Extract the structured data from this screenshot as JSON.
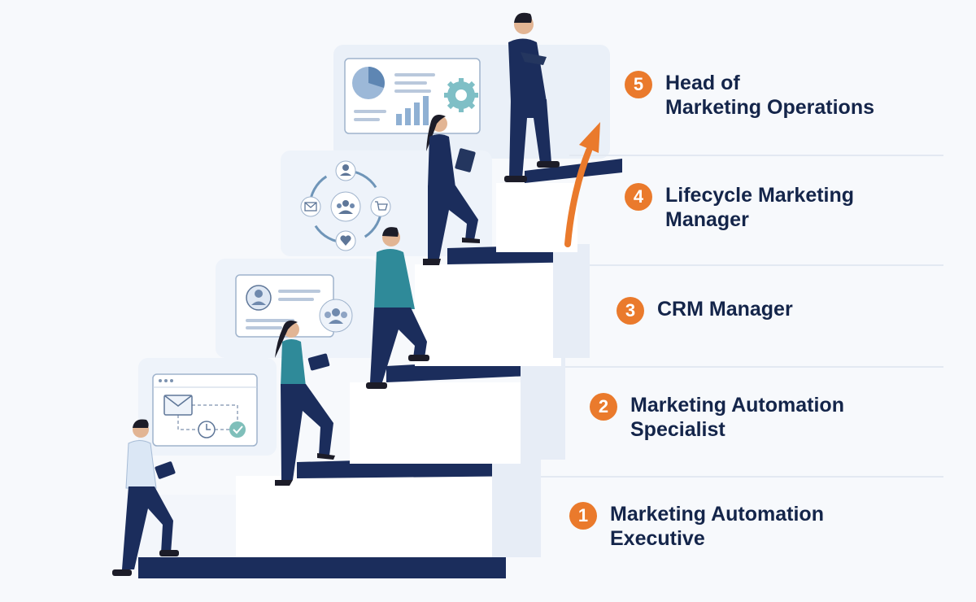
{
  "levels": [
    {
      "number": "1",
      "title": "Marketing Automation\nExecutive"
    },
    {
      "number": "2",
      "title": "Marketing Automation\nSpecialist"
    },
    {
      "number": "3",
      "title": "CRM Manager"
    },
    {
      "number": "4",
      "title": "Lifecycle Marketing\nManager"
    },
    {
      "number": "5",
      "title": "Head of\nMarketing Operations"
    }
  ],
  "colors": {
    "accent": "#ea7a2c",
    "navy": "#1b2d5c",
    "text": "#14254a",
    "teal": "#2f8a99",
    "panel": "#eef3fa"
  },
  "icons": [
    "email-icon",
    "clock-icon",
    "check-icon",
    "user-profile-icon",
    "team-icon",
    "lifecycle-cycle-icon",
    "shopping-cart-icon",
    "heart-icon",
    "pie-chart-icon",
    "bar-chart-icon",
    "gear-icon",
    "growth-arrow-icon"
  ]
}
